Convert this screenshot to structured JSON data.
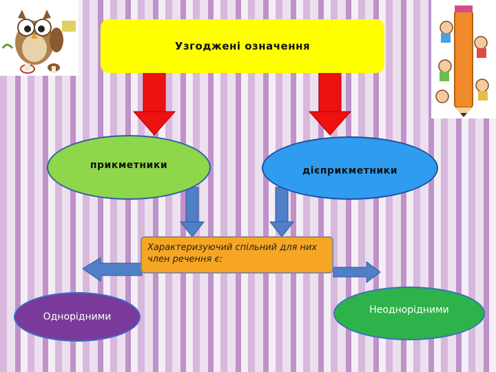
{
  "title": "Узгоджені означення",
  "nodes": {
    "adjectives": "прикметники",
    "participles": "дієприкметники",
    "common_member": "Характеризуючий спільний для них член речення є:",
    "homogeneous": "Однорідними",
    "heterogeneous": "Неоднорідними"
  },
  "decorations": {
    "top_left": "owl-illustration",
    "top_right": "pencil-children-illustration"
  },
  "colors": {
    "title_box": "#ffff00",
    "adjectives": "#8ed64a",
    "participles": "#2f9cf0",
    "common_member": "#f6a623",
    "homogeneous": "#7a3a9c",
    "heterogeneous": "#2db34a",
    "red_arrow": "#ee1111",
    "blue_arrow": "#4f7fc6"
  }
}
